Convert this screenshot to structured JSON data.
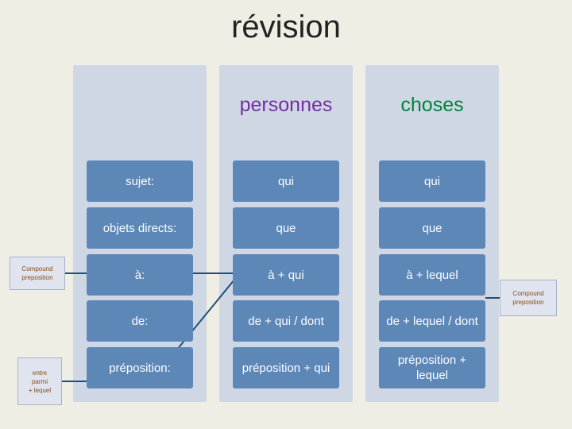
{
  "slide": {
    "title": "révision",
    "columns": [
      {
        "id": "col-blank",
        "label": ""
      },
      {
        "id": "col-personnes",
        "label": "personnes",
        "color": "#7030a0"
      },
      {
        "id": "col-choses",
        "label": "choses",
        "color": "#00823c"
      }
    ],
    "rows": [
      {
        "label": "sujet:",
        "personnes": "qui",
        "choses": "qui"
      },
      {
        "label": "objets directs:",
        "personnes": "que",
        "choses": "que"
      },
      {
        "label": "à:",
        "personnes": "à + qui",
        "choses": "à + lequel"
      },
      {
        "label": "de:",
        "personnes": "de + qui / dont",
        "choses": "de + lequel / dont"
      },
      {
        "label": "préposition:",
        "personnes": "préposition + qui",
        "choses": "préposition + lequel"
      }
    ],
    "callouts": {
      "left_top": "Compound preposition",
      "left_bottom": "entre\nparmi\n+ lequel",
      "right": "Compound preposition"
    },
    "colors": {
      "background": "#eeeee4",
      "panel": "#c6cfe4",
      "cell": "#5c87b7",
      "cell_text": "#ffffff",
      "title": "#222222",
      "connector": "#1f4e79",
      "callout_text": "#8a4b13"
    }
  }
}
